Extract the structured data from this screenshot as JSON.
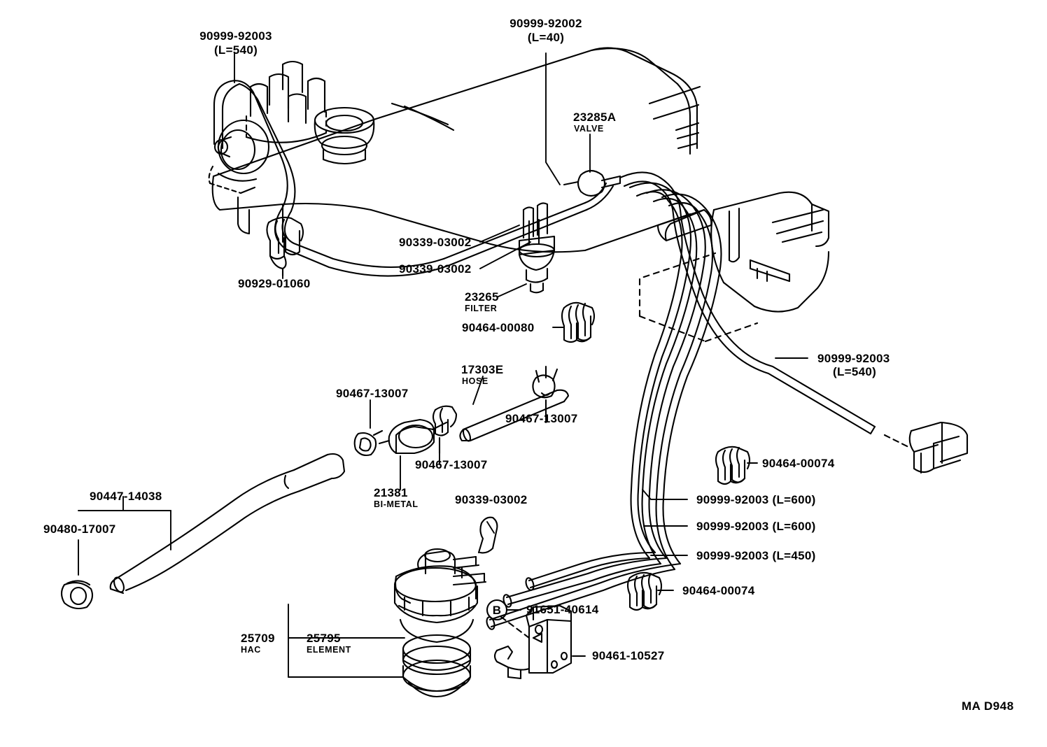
{
  "diagram": {
    "title_code": "MA D948",
    "ink_color": "#000000",
    "background": "#ffffff"
  },
  "labels": {
    "hose_540_top": {
      "pn": "90999-92003",
      "len": "(L=540)"
    },
    "hose_40_top": {
      "pn": "90999-92002",
      "len": "(L=40)"
    },
    "valve_23285a": {
      "pn": "23285A",
      "name": "VALVE"
    },
    "clamp_90929": {
      "pn": "90929-01060"
    },
    "clip_90339_a": {
      "pn": "90339-03002"
    },
    "clip_90339_b": {
      "pn": "90339-03002"
    },
    "filter_23265": {
      "pn": "23265",
      "name": "FILTER"
    },
    "clip_90464_00080": {
      "pn": "90464-00080"
    },
    "hose_17303e": {
      "pn": "17303E",
      "name": "HOSE"
    },
    "clip_90467_a": {
      "pn": "90467-13007"
    },
    "clip_90467_b": {
      "pn": "90467-13007"
    },
    "clip_90467_c": {
      "pn": "90467-13007"
    },
    "bimetal_21381": {
      "pn": "21381",
      "name": "BI-METAL"
    },
    "clip_90339_c": {
      "pn": "90339-03002"
    },
    "hose_540_right": {
      "pn": "90999-92003",
      "len": "(L=540)"
    },
    "clip_90464_00074_a": {
      "pn": "90464-00074"
    },
    "hose_600_a": {
      "pn": "90999-92003 (L=600)"
    },
    "hose_600_b": {
      "pn": "90999-92003 (L=600)"
    },
    "hose_450": {
      "pn": "90999-92003 (L=450)"
    },
    "clip_90464_00074_b": {
      "pn": "90464-00074"
    },
    "hose_90447": {
      "pn": "90447-14038"
    },
    "grommet_90480": {
      "pn": "90480-17007"
    },
    "hac_25709": {
      "pn": "25709",
      "name": "HAC"
    },
    "element_25795": {
      "pn": "25795",
      "name": "ELEMENT"
    },
    "bolt_91651": {
      "pn": "91651-40614",
      "marker": "B"
    },
    "bracket_90461": {
      "pn": "90461-10527"
    }
  }
}
